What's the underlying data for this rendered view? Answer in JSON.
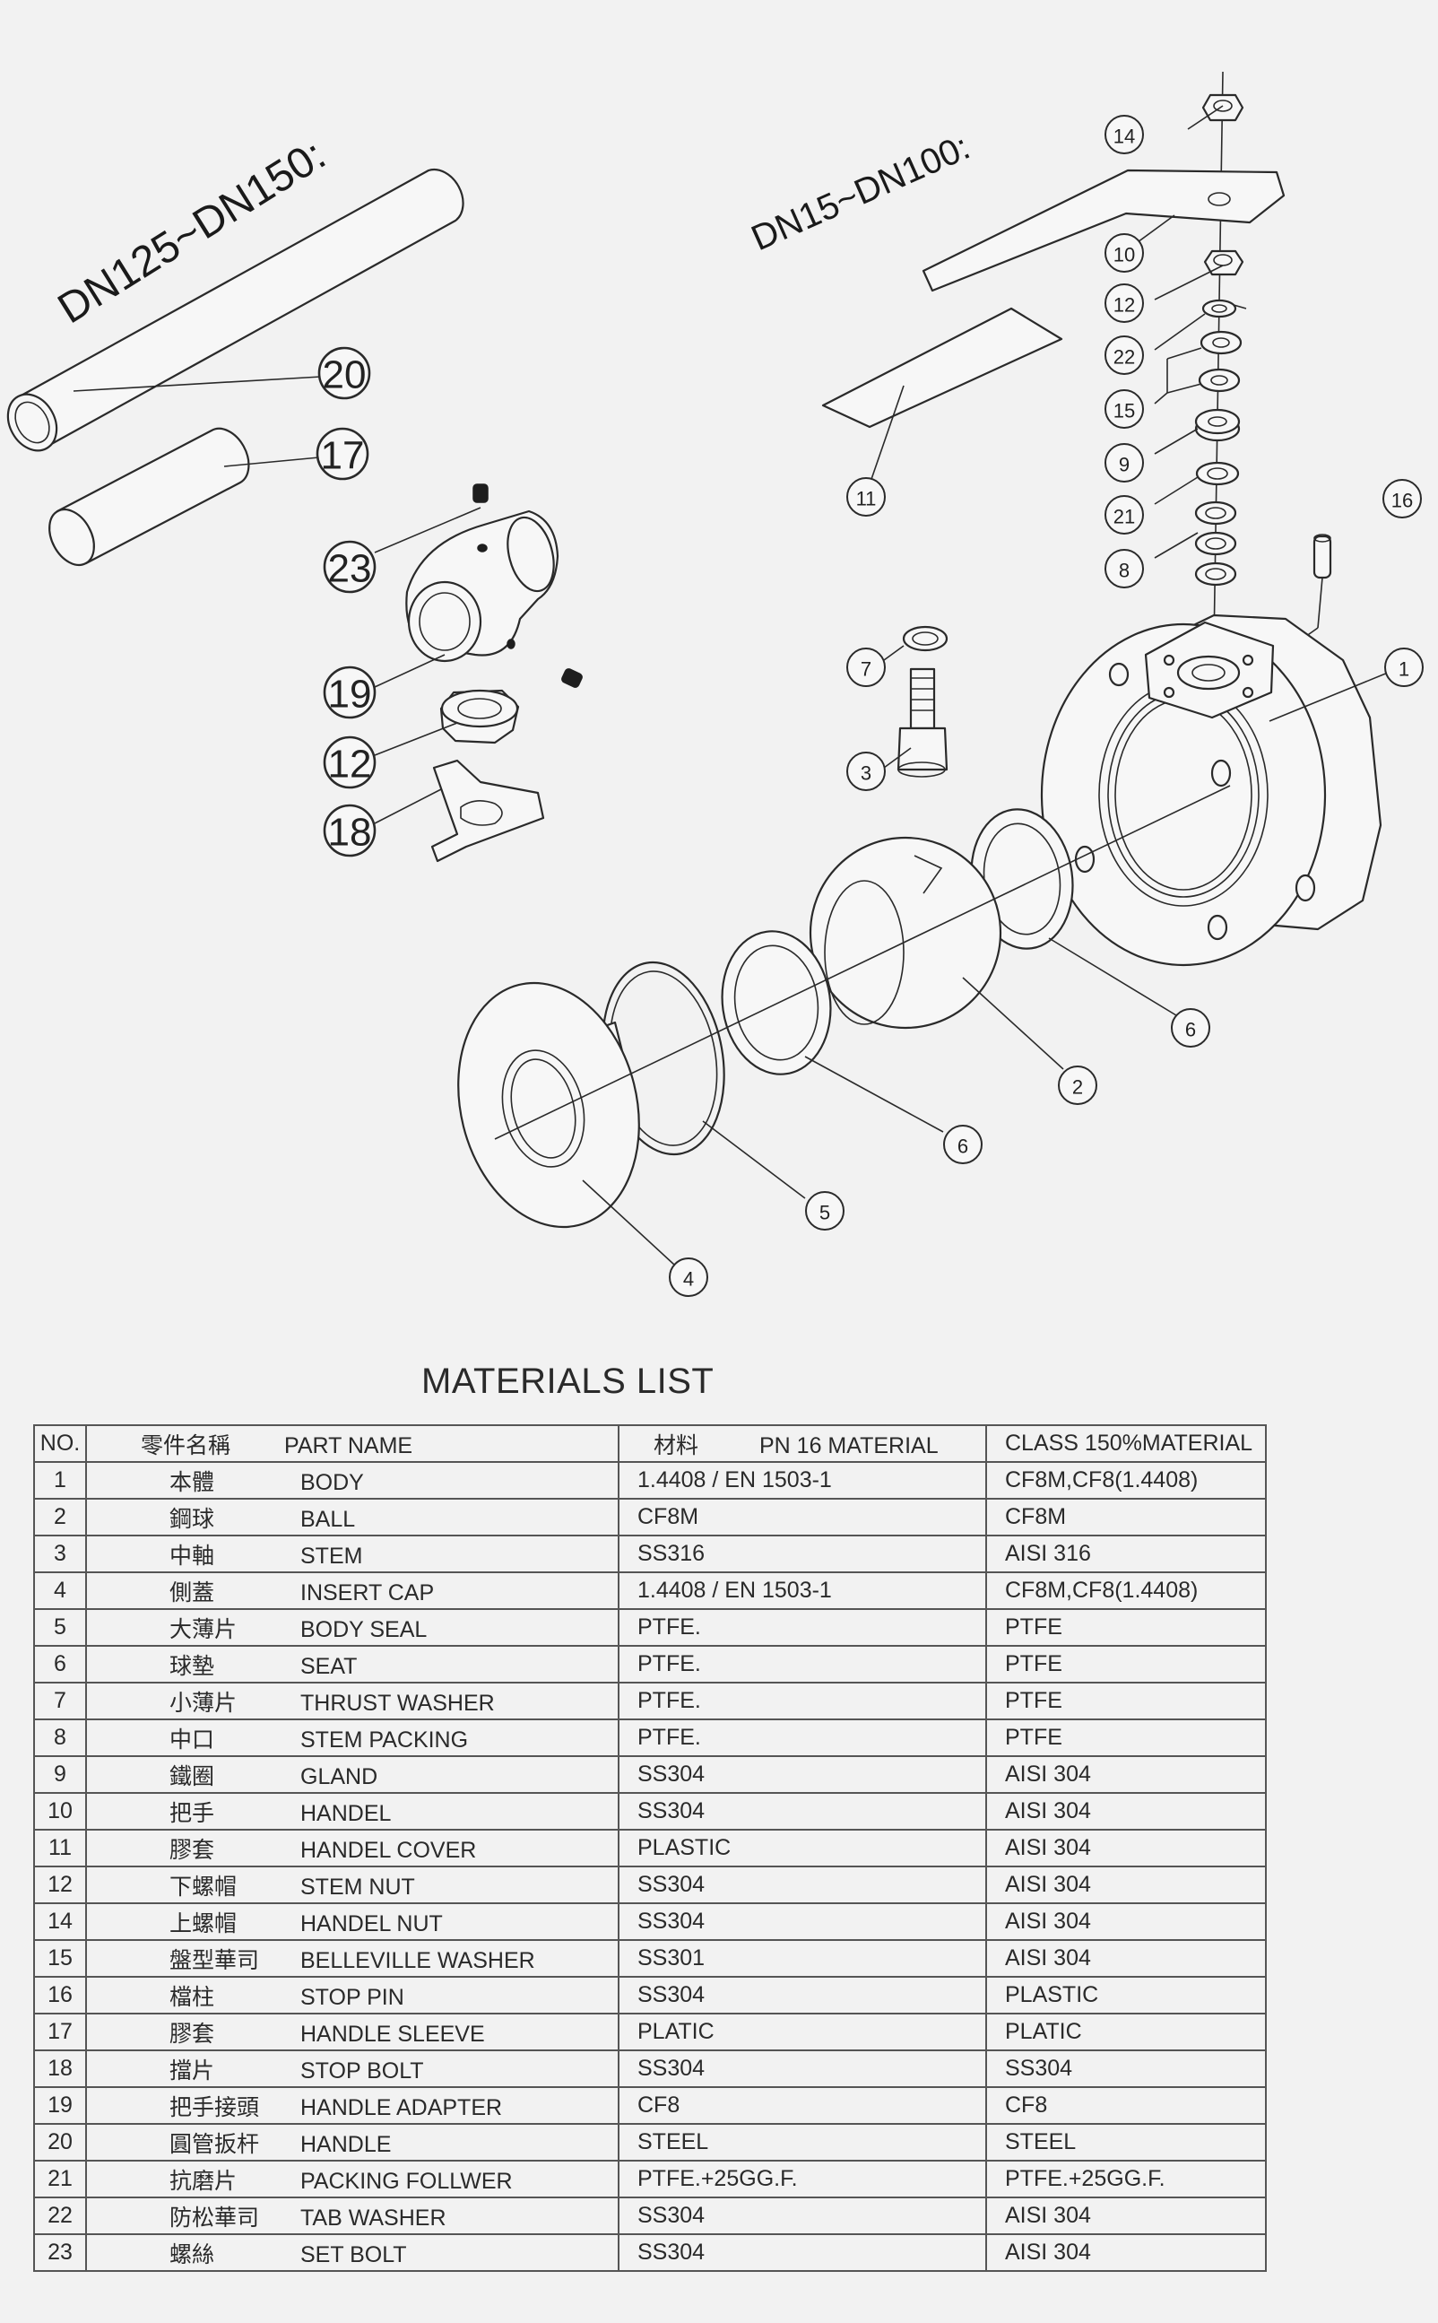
{
  "drawing": {
    "range_large": "DN125~DN150:",
    "range_small": "DN15~DN100:",
    "balloons": [
      "1",
      "2",
      "3",
      "4",
      "5",
      "6",
      "6",
      "7",
      "8",
      "9",
      "10",
      "11",
      "12",
      "14",
      "15",
      "16",
      "21",
      "22",
      "20",
      "17",
      "23",
      "19",
      "12",
      "18"
    ]
  },
  "materials": {
    "title": "MATERIALS LIST",
    "headers": {
      "no": "NO.",
      "name_zh": "零件名稱",
      "name_en": "PART NAME",
      "pn_zh": "材料",
      "pn": "PN 16 MATERIAL",
      "cls": "CLASS 150%MATERIAL"
    },
    "rows": [
      {
        "no": "1",
        "zh": "本體",
        "en": "BODY",
        "pn": "1.4408 / EN 1503-1",
        "cls": "CF8M,CF8(1.4408)"
      },
      {
        "no": "2",
        "zh": "鋼球",
        "en": "BALL",
        "pn": "CF8M",
        "cls": "CF8M"
      },
      {
        "no": "3",
        "zh": "中軸",
        "en": "STEM",
        "pn": "SS316",
        "cls": "AISI 316"
      },
      {
        "no": "4",
        "zh": "側蓋",
        "en": "INSERT CAP",
        "pn": "1.4408 / EN 1503-1",
        "cls": "CF8M,CF8(1.4408)"
      },
      {
        "no": "5",
        "zh": "大薄片",
        "en": "BODY SEAL",
        "pn": "PTFE.",
        "cls": "PTFE"
      },
      {
        "no": "6",
        "zh": "球墊",
        "en": "SEAT",
        "pn": "PTFE.",
        "cls": "PTFE"
      },
      {
        "no": "7",
        "zh": "小薄片",
        "en": "THRUST WASHER",
        "pn": "PTFE.",
        "cls": "PTFE"
      },
      {
        "no": "8",
        "zh": "中口",
        "en": "STEM PACKING",
        "pn": "PTFE.",
        "cls": "PTFE"
      },
      {
        "no": "9",
        "zh": "鐵圈",
        "en": "GLAND",
        "pn": "SS304",
        "cls": "AISI 304"
      },
      {
        "no": "10",
        "zh": "把手",
        "en": "HANDEL",
        "pn": "SS304",
        "cls": "AISI 304"
      },
      {
        "no": "11",
        "zh": "膠套",
        "en": "HANDEL COVER",
        "pn": "PLASTIC",
        "cls": "AISI 304"
      },
      {
        "no": "12",
        "zh": "下螺帽",
        "en": "STEM NUT",
        "pn": "SS304",
        "cls": "AISI 304"
      },
      {
        "no": "14",
        "zh": "上螺帽",
        "en": "HANDEL NUT",
        "pn": "SS304",
        "cls": "AISI 304"
      },
      {
        "no": "15",
        "zh": "盤型華司",
        "en": "BELLEVILLE WASHER",
        "pn": "SS301",
        "cls": "AISI 304"
      },
      {
        "no": "16",
        "zh": "檔柱",
        "en": "STOP PIN",
        "pn": "SS304",
        "cls": "PLASTIC"
      },
      {
        "no": "17",
        "zh": "膠套",
        "en": "HANDLE SLEEVE",
        "pn": "PLATIC",
        "cls": "PLATIC"
      },
      {
        "no": "18",
        "zh": "擋片",
        "en": "STOP BOLT",
        "pn": "SS304",
        "cls": "SS304"
      },
      {
        "no": "19",
        "zh": "把手接頭",
        "en": "HANDLE ADAPTER",
        "pn": "CF8",
        "cls": "CF8"
      },
      {
        "no": "20",
        "zh": "圓管扳杆",
        "en": "HANDLE",
        "pn": "STEEL",
        "cls": "STEEL"
      },
      {
        "no": "21",
        "zh": "抗磨片",
        "en": "PACKING FOLLWER",
        "pn": "PTFE.+25GG.F.",
        "cls": "PTFE.+25GG.F."
      },
      {
        "no": "22",
        "zh": "防松華司",
        "en": "TAB WASHER",
        "pn": "SS304",
        "cls": "AISI 304"
      },
      {
        "no": "23",
        "zh": "螺絲",
        "en": "SET BOLT",
        "pn": "SS304",
        "cls": "AISI 304"
      }
    ]
  }
}
